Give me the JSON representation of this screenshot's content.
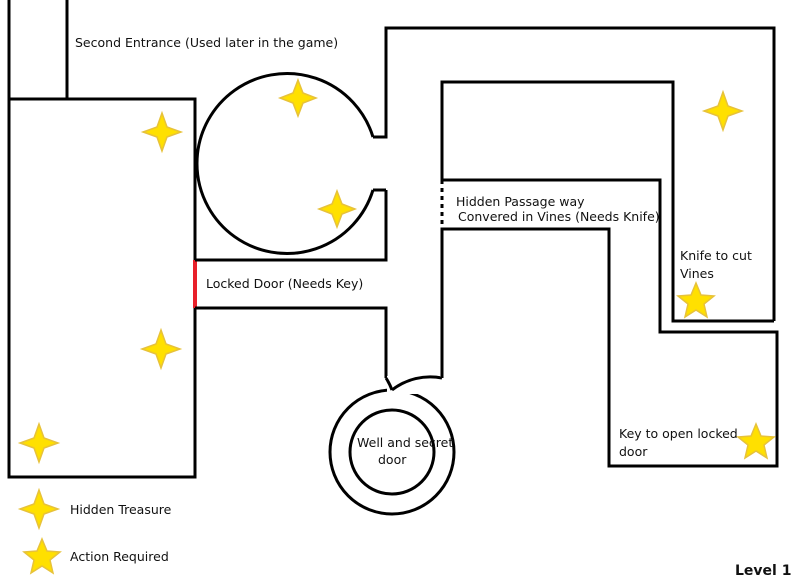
{
  "title": "Level 1",
  "labels": {
    "second_entrance": "Second Entrance (Used later in the game)",
    "hidden_passage_1": "Hidden Passage way",
    "hidden_passage_2": "Convered in Vines (Needs Knife)",
    "locked_door": "Locked Door (Needs Key)",
    "knife_1": "Knife to cut",
    "knife_2": "Vines",
    "well_1": "Well and secret",
    "well_2": "door",
    "key_1": "Key to open locked",
    "key_2": "door"
  },
  "legend": {
    "hidden_treasure": "Hidden Treasure",
    "action_required": "Action Required"
  },
  "colors": {
    "wall": "#000000",
    "locked_door": "#e8202a",
    "star_fill": "#ffe000",
    "star_outline": "#e7c23a"
  },
  "icons": {
    "hidden_treasure": "four-point-star-icon",
    "action_required": "five-point-star-icon"
  }
}
